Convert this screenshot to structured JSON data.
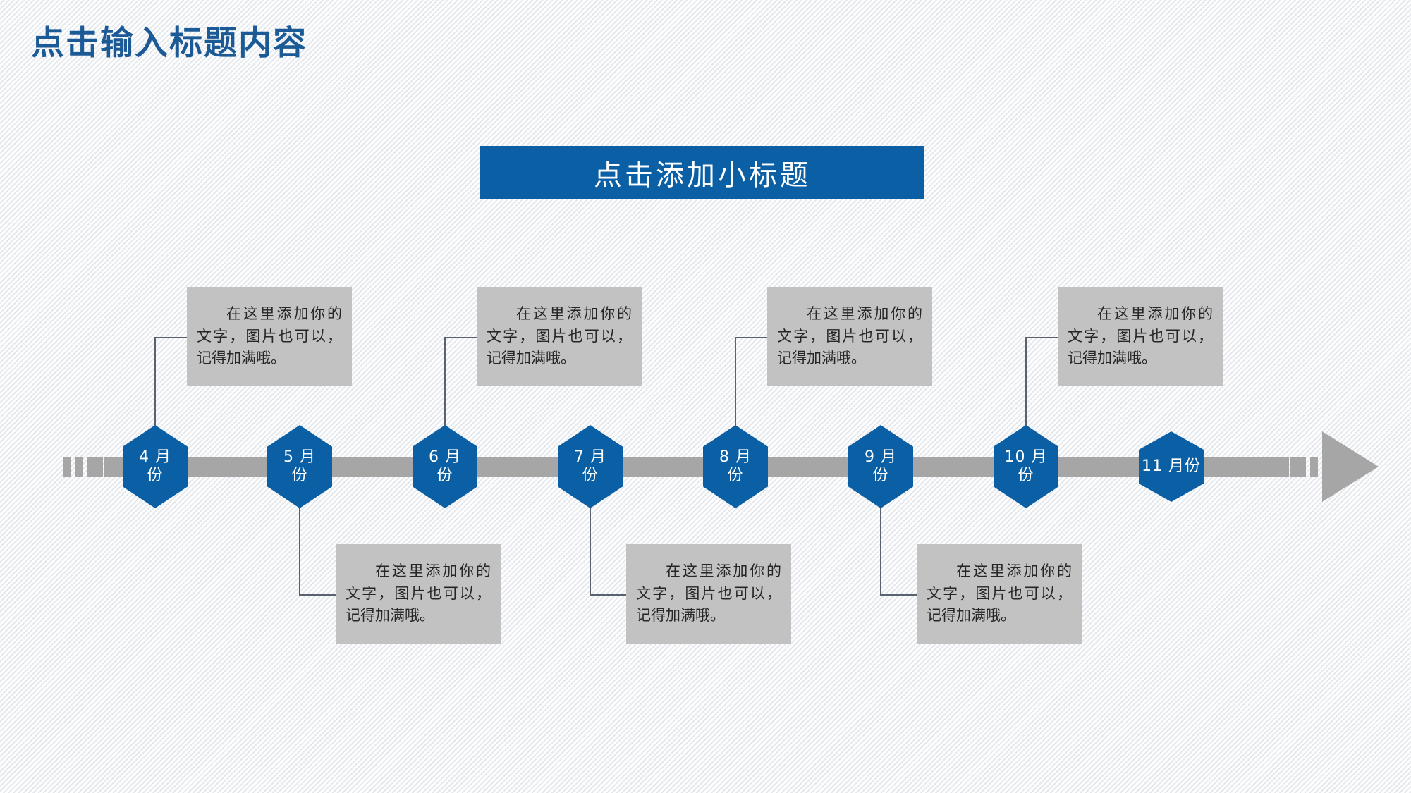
{
  "slide": {
    "title": "点击输入标题内容",
    "subtitle": "点击添加小标题",
    "accent_blue": "#0a5fa5",
    "title_blue": "#1c5a96",
    "bar_gray": "#a6a6a6",
    "box_gray": "#c2c2c2",
    "connector_gray": "#5a6270"
  },
  "timeline": {
    "nodes": [
      {
        "line1": "4 月",
        "line2": "份",
        "single": "",
        "position": "above"
      },
      {
        "line1": "5 月",
        "line2": "份",
        "single": "",
        "position": "below"
      },
      {
        "line1": "6 月",
        "line2": "份",
        "single": "",
        "position": "above"
      },
      {
        "line1": "7 月",
        "line2": "份",
        "single": "",
        "position": "below"
      },
      {
        "line1": "8 月",
        "line2": "份",
        "single": "",
        "position": "above"
      },
      {
        "line1": "9 月",
        "line2": "份",
        "single": "",
        "position": "below"
      },
      {
        "line1": "10 月",
        "line2": "份",
        "single": "",
        "position": "above"
      },
      {
        "line1": "",
        "line2": "",
        "single": "11 月份",
        "position": "none"
      }
    ],
    "boxes": [
      {
        "text": "在这里添加你的文字，图片也可以，记得加满哦。"
      },
      {
        "text": "在这里添加你的文字，图片也可以，记得加满哦。"
      },
      {
        "text": "在这里添加你的文字，图片也可以，记得加满哦。"
      },
      {
        "text": "在这里添加你的文字，图片也可以，记得加满哦。"
      },
      {
        "text": "在这里添加你的文字，图片也可以，记得加满哦。"
      },
      {
        "text": "在这里添加你的文字，图片也可以，记得加满哦。"
      },
      {
        "text": "在这里添加你的文字，图片也可以，记得加满哦。"
      }
    ]
  }
}
